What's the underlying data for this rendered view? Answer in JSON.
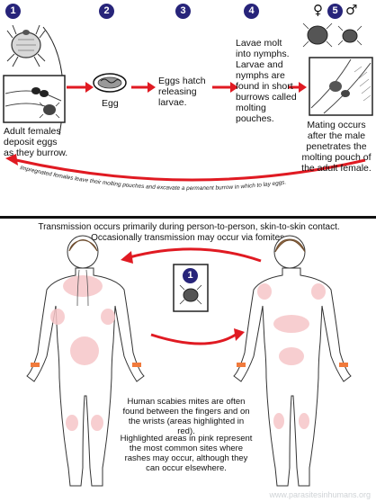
{
  "steps": [
    {
      "number": "1",
      "caption": "Adult females deposit eggs as they burrow."
    },
    {
      "number": "2",
      "caption": "Egg"
    },
    {
      "number": "3",
      "caption": "Eggs hatch releasing larvae."
    },
    {
      "number": "4",
      "caption": "Lavae molt into nymphs. Larvae and nymphs are found in short burrows called molting pouches."
    },
    {
      "number": "5",
      "caption": "Mating occurs after the male penetrates the molting pouch of the adult female."
    }
  ],
  "sex_symbols": {
    "female": "♀",
    "male": "♂"
  },
  "curved_arrow_text": "Impregnated females leave their molting pouches and excavate a permanent burrow in which to lay eggs.",
  "transmission_text": "Transmission occurs primarily during person-to-person, skin-to-skin contact. Occasionally transmission may occur via fomites.",
  "inset_number": "1",
  "wrist_note": "Human scabies mites are often found between the fingers and on the wrists (areas highlighted in red).",
  "rash_note": "Highlighted areas in pink represent the most common sites where rashes may occur, although they can occur elsewhere.",
  "watermark": "www.parasitesinhumans.org",
  "colors": {
    "badge": "#27247a",
    "arrow": "#e01a22",
    "rash_pink": "#f6c6c8",
    "wrist_red": "#f07a3c",
    "hair": "#9b7048"
  }
}
